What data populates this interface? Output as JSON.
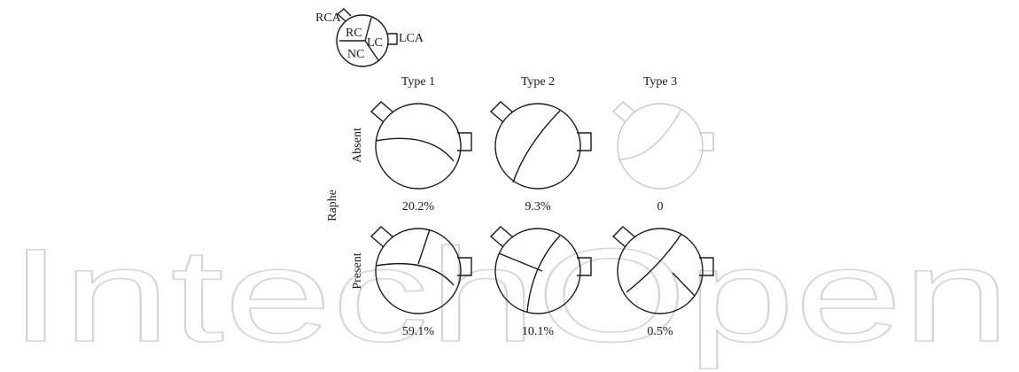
{
  "watermark": "IntechOpen",
  "legend": {
    "labels": {
      "rca": "RCA",
      "rc": "RC",
      "lc": "LC",
      "nc": "NC",
      "lca": "LCA"
    }
  },
  "column_headers": [
    "Type 1",
    "Type 2",
    "Type 3"
  ],
  "raphe_label": "Raphe",
  "rows": [
    {
      "label": "Absent",
      "values": [
        "20.2%",
        "9.3%",
        "0"
      ]
    },
    {
      "label": "Present",
      "values": [
        "59.1%",
        "10.1%",
        "0.5%"
      ]
    }
  ],
  "colors": {
    "stroke": "#1a1a1a",
    "faded": "#c8c8c8",
    "watermark": "#d6d6d6"
  }
}
